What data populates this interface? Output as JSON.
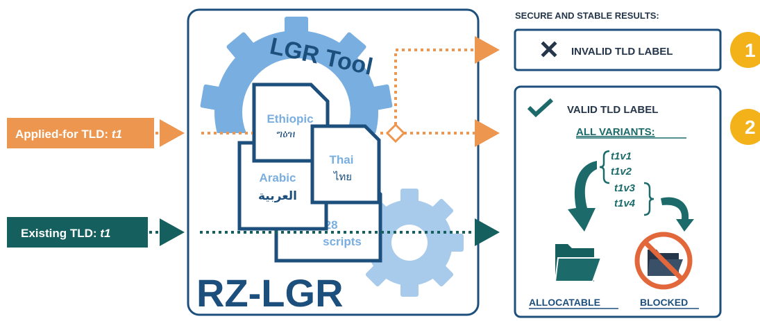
{
  "colors": {
    "navy": "#1d4f7d",
    "sky": "#79aee0",
    "gear_light": "#a8cbec",
    "orange": "#ec9650",
    "teal": "#155f5e",
    "green": "#1c6b6a",
    "red": "#e2683c",
    "yellow": "#f3b21a",
    "dark": "#25364a"
  },
  "inputs": {
    "applied": "Applied-for TLD: ",
    "applied_var": "t1",
    "existing": "Existing TLD: ",
    "existing_var": "t1"
  },
  "tool": {
    "gear_label": "LGR Tool",
    "title": "RZ-LGR",
    "scripts": {
      "ethiopic_name": "Ethiopic",
      "ethiopic_sample": "ግዕዝ",
      "thai_name": "Thai",
      "thai_sample": "ไทย",
      "arabic_name": "Arabic",
      "arabic_sample": "العربية",
      "more_count": "...28",
      "more_label": "scripts"
    }
  },
  "results": {
    "heading": "SECURE AND STABLE RESULTS:",
    "invalid": {
      "number": "1",
      "label": "INVALID TLD LABEL",
      "icon": "x-icon"
    },
    "valid": {
      "number": "2",
      "label": "VALID TLD LABEL",
      "icon": "check-icon",
      "variants_heading": "ALL VARIANTS:",
      "variants": [
        "t1v1",
        "t1v2",
        "t1v3",
        "t1v4"
      ],
      "allocatable": "ALLOCATABLE",
      "blocked": "BLOCKED"
    }
  }
}
